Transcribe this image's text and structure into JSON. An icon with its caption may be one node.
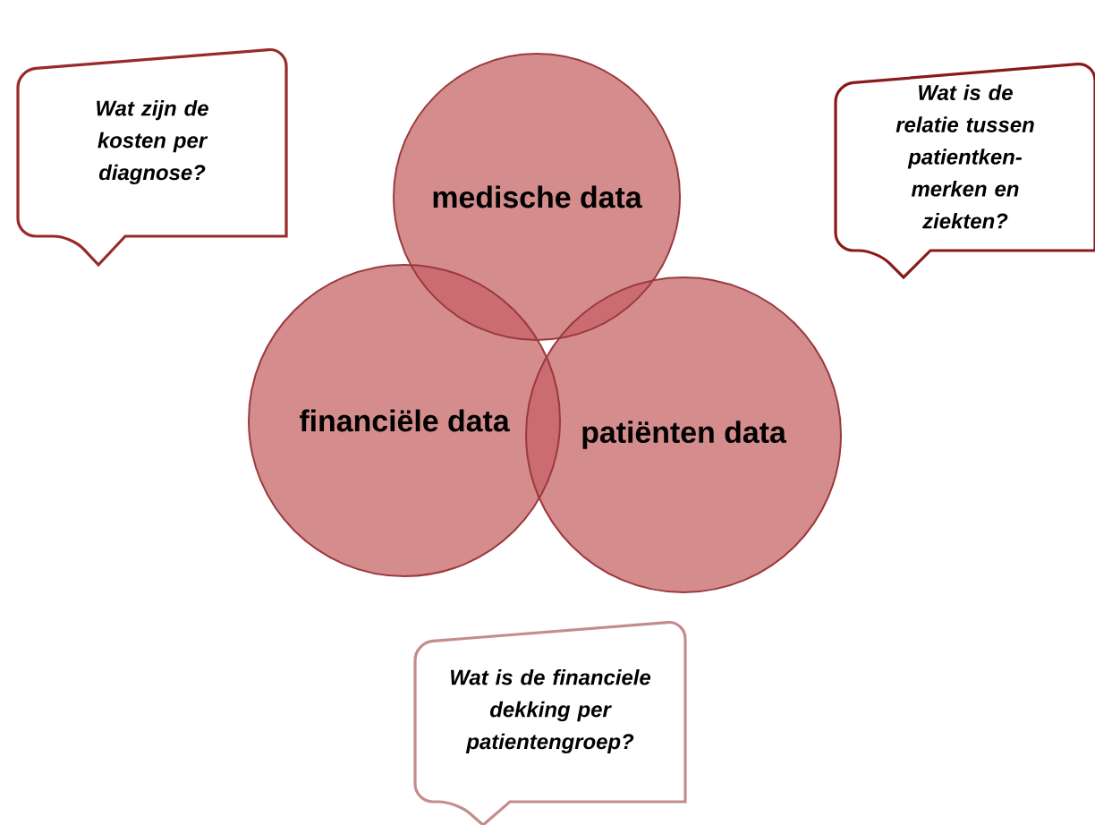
{
  "diagram": {
    "nodes": [
      {
        "text": [
          "medische data"
        ]
      },
      {
        "text": [
          "financiële data"
        ]
      },
      {
        "text": [
          "patiënten data"
        ]
      },
      {
        "text": [
          "Wat zijn de kosten per diagnose?"
        ]
      },
      {
        "text": [
          "Wat is de relatie tussen patientken- merken en ziekten?"
        ]
      },
      {
        "text": [
          "Wat is de financiele dekking per patientengroep?"
        ]
      }
    ]
  }
}
